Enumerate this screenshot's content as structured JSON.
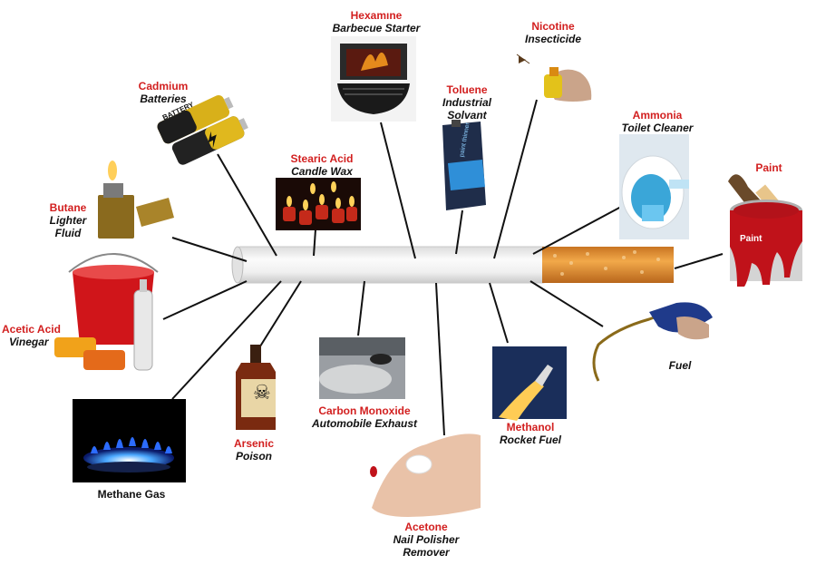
{
  "labels": {
    "hexamine": {
      "name": "Hexamıne",
      "use": "Barbecue Starter"
    },
    "nicotine": {
      "name": "Nicotine",
      "use": "Insecticide"
    },
    "cadmium": {
      "name": "Cadmium",
      "use": "Batteries"
    },
    "toluene": {
      "name": "Toluene",
      "use_line1": "Industrial",
      "use_line2": "Solvant"
    },
    "ammonia": {
      "name": "Ammonia",
      "use": "Toilet Cleaner"
    },
    "stearic": {
      "name": "Stearic Acid",
      "use": "Candle Wax"
    },
    "paint": {
      "name": "Paint"
    },
    "butane": {
      "name": "Butane",
      "use_line1": "Lighter",
      "use_line2": "Fluid"
    },
    "acetic": {
      "name": "Acetic Acid",
      "use": "Vinegar"
    },
    "fuel": {
      "use": "Fuel"
    },
    "methane": {
      "use": "Methane Gas"
    },
    "arsenic": {
      "name": "Arsenic",
      "use": "Poison"
    },
    "carbon": {
      "name": "Carbon Monoxide",
      "use": "Automobile Exhaust"
    },
    "methanol": {
      "name": "Methanol",
      "use": "Rocket Fuel"
    },
    "acetone": {
      "name": "Acetone",
      "use_line1": "Nail Polisher",
      "use_line2": "Remover"
    }
  },
  "images": {
    "battery_text": "BATTERY",
    "paint_can_text": "Paint",
    "toluene_can_text": "paint thinner",
    "poison_symbol": "☠"
  },
  "colors": {
    "label_red": "#d21f1f",
    "label_black": "#111111",
    "filter_orange": "#e8942e",
    "paper_white": "#f4f4f4"
  }
}
